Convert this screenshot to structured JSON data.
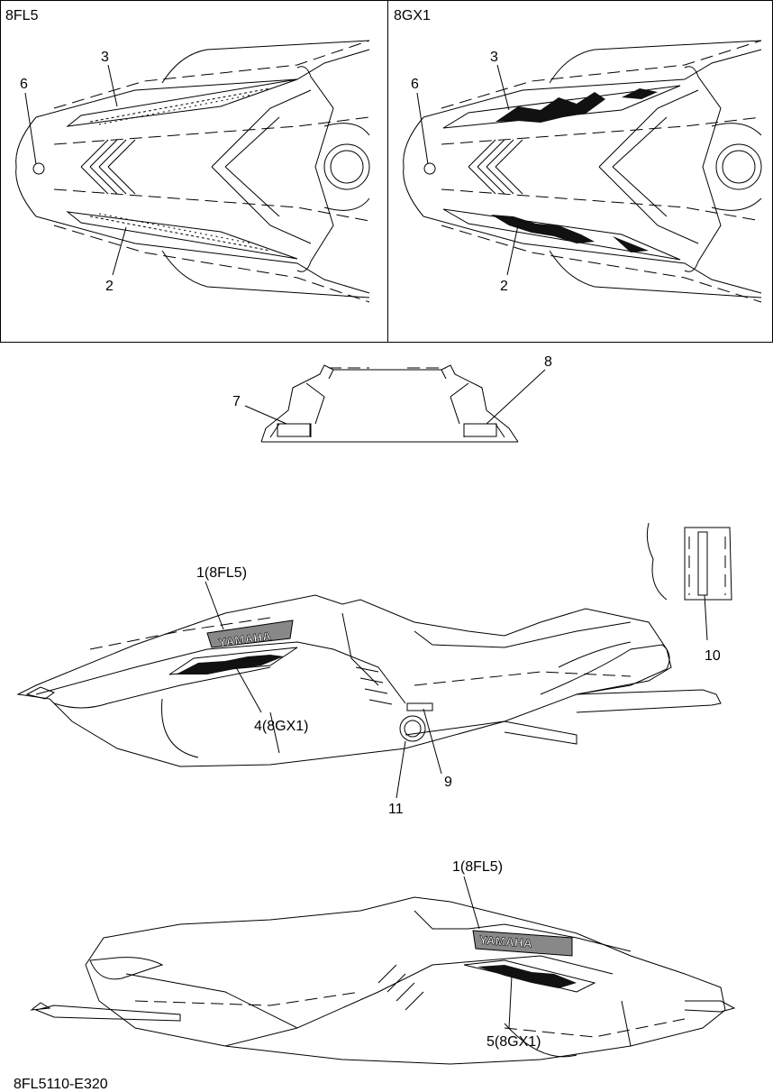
{
  "panels": {
    "left_title": "8FL5",
    "right_title": "8GX1"
  },
  "callouts": {
    "c3a": "3",
    "c6a": "6",
    "c2a": "2",
    "c3b": "3",
    "c6b": "6",
    "c2b": "2",
    "c7": "7",
    "c8": "8",
    "c1a": "1(8FL5)",
    "c4": "4(8GX1)",
    "c10": "10",
    "c9": "9",
    "c11": "11",
    "c1b": "1(8FL5)",
    "c5": "5(8GX1)"
  },
  "logo_text": "YAMAHA",
  "diagram_code": "8FL5110-E320"
}
